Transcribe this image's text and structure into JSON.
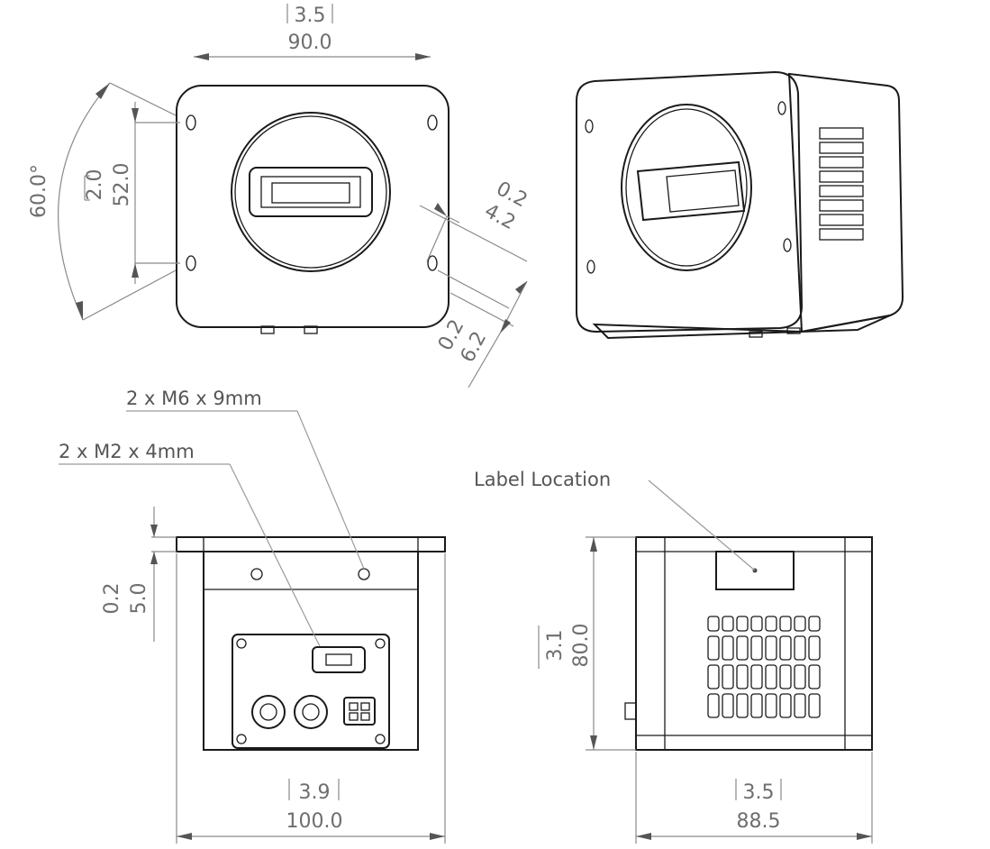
{
  "front_view": {
    "width_in": "3.5",
    "width_mm": "90.0",
    "hole_spacing_in": "2.0",
    "hole_spacing_mm": "52.0",
    "angle": "60.0°",
    "hole_offset_a_in": "0.2",
    "hole_offset_a_mm": "4.2",
    "hole_offset_b_in": "0.2",
    "hole_offset_b_mm": "6.2"
  },
  "back_view": {
    "callout_m6": "2 x M6 x 9mm",
    "callout_m2": "2 x M2 x 4mm",
    "flange_in": "0.2",
    "flange_mm": "5.0",
    "width_in": "3.9",
    "width_mm": "100.0"
  },
  "side_view": {
    "label_callout": "Label Location",
    "height_in": "3.1",
    "height_mm": "80.0",
    "depth_in": "3.5",
    "depth_mm": "88.5"
  }
}
